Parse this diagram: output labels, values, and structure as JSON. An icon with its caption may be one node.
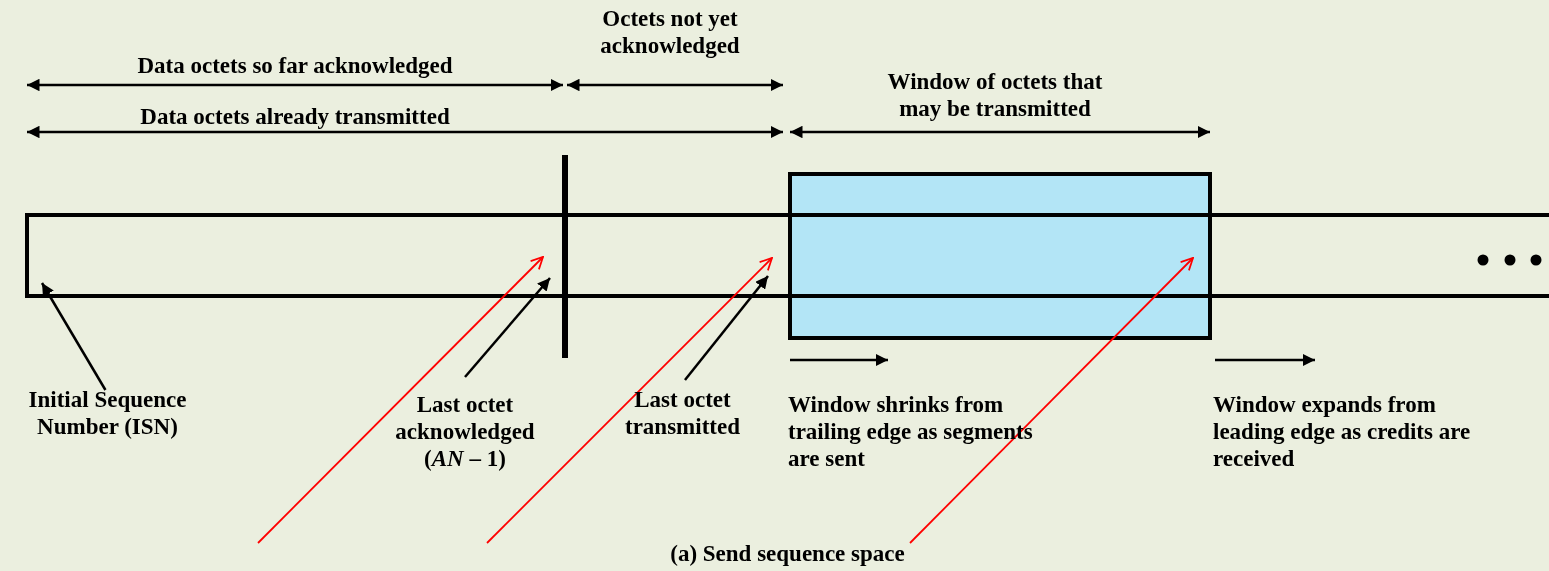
{
  "diagram": {
    "caption": "(a) Send sequence space",
    "nodes": [
      {
        "text": [],
        "shape": "bar"
      },
      {
        "text": [],
        "shape": "box"
      },
      {
        "text": [
          "Initial Sequence Number (ISN)"
        ]
      },
      {
        "text": [
          "Last octet acknowledged (*AN* – 1)"
        ]
      },
      {
        "text": [
          "Last octet transmitted"
        ]
      }
    ],
    "edges": [
      {
        "from": 2,
        "to": 0,
        "arrow": "to"
      },
      {
        "from": 3,
        "to": 0,
        "arrow": "to"
      },
      {
        "from": 4,
        "to": 0,
        "arrow": "to"
      },
      {
        "from": null,
        "to": 0,
        "arrow": "to",
        "color": "#ff0000"
      },
      {
        "from": null,
        "to": 0,
        "arrow": "to",
        "color": "#ff0000"
      },
      {
        "from": null,
        "to": 1,
        "arrow": "to",
        "color": "#ff0000"
      }
    ],
    "labels": [
      "Octets not yet acknowledged",
      "Data octets so far acknowledged",
      "Data octets already transmitted",
      "Window of octets that may be transmitted",
      "Window shrinks from trailing edge as segments are sent",
      "Window expands from leading edge as credits are received"
    ]
  }
}
